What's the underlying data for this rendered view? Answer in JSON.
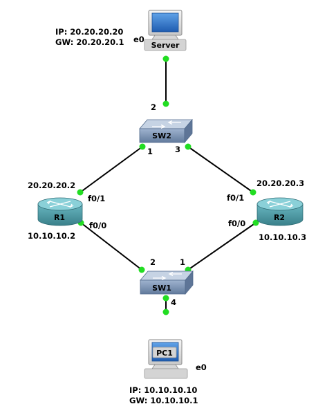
{
  "colors": {
    "link": "#000000",
    "port_dot": "#22dd22",
    "router_body": "#4f9ca6",
    "router_top": "#8ad0d8",
    "switch_body": "#7e97b8",
    "switch_top": "#c6d3e4",
    "monitor_frame": "#e4e4e4",
    "monitor_screen": "#2e72c8",
    "label_plate": "#d4d4d4"
  },
  "devices": {
    "server": {
      "name": "Server",
      "icon": "computer-icon",
      "iface": "e0",
      "ip": "IP: 20.20.20.20",
      "gw": "GW: 20.20.20.1"
    },
    "sw2": {
      "name": "SW2",
      "icon": "switch-icon"
    },
    "r1": {
      "name": "R1",
      "icon": "router-icon",
      "ip_top": "20.20.20.2",
      "ip_bottom": "10.10.10.2"
    },
    "r2": {
      "name": "R2",
      "icon": "router-icon",
      "ip_top": "20.20.20.3",
      "ip_bottom": "10.10.10.3"
    },
    "sw1": {
      "name": "SW1",
      "icon": "switch-icon"
    },
    "pc1": {
      "name": "PC1",
      "icon": "computer-icon",
      "iface": "e0",
      "ip": "IP: 10.10.10.10",
      "gw": "GW: 10.10.10.1"
    }
  },
  "links": {
    "server_sw2": {
      "port_b": "2"
    },
    "sw2_r1": {
      "port_a": "1",
      "port_b": "f0/1"
    },
    "sw2_r2": {
      "port_a": "3",
      "port_b": "f0/1"
    },
    "r1_sw1": {
      "port_a": "f0/0",
      "port_b": "2"
    },
    "r2_sw1": {
      "port_a": "f0/0",
      "port_b": "1"
    },
    "sw1_pc1": {
      "port_a": "4"
    }
  }
}
